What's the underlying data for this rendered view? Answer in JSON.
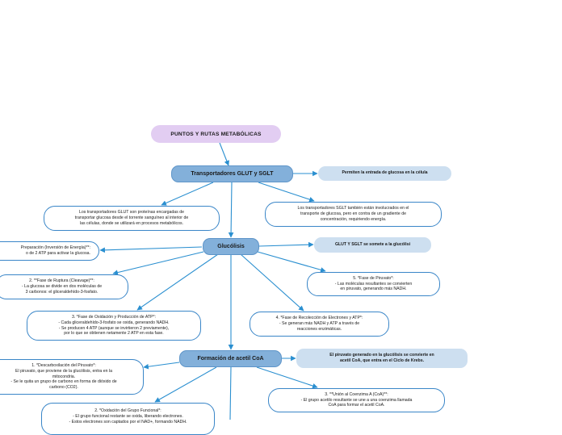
{
  "map": {
    "root": "PUNTOS Y RUTAS METABÓLICAS",
    "transport": {
      "title": "Transportadores GLUT y SGLT",
      "note": "Permiten la entrada de glucosa en la célula",
      "glut": "Los transportadores GLUT son proteínas encargadas de\ntransportar glucosa desde el torrente sanguíneo al interior de\nlas células, donde se utilizará en procesos metabólicos.",
      "sglt": "Los transportadores SGLT también están involucrados en el\ntransporte de glucosa, pero en contra de un gradiente de\nconcentración, requiriendo energía."
    },
    "glycolysis": {
      "title": "Glucólisis",
      "note": "GLUT Y SGLT se somete a la glucólisi",
      "phase1": "Preparación (Inversión de Energía)**:\no de 2 ATP para activar la glucosa.",
      "phase2": "2. **Fase de Ruptura (Cleavage)**:\n- La glucosa se divide en dos moléculas de\n3 carbonos: el gliceraldehído-3-fosfato.",
      "phase3": "3. *Fase de Oxidación y Producción de ATP*:\n- Cada gliceraldehído-3-fosfato se oxida, generando NADH.\n- Se producen 4 ATP (aunque se invirtieron 2 previamente),\npor lo que se obtienen netamente 2 ATP en esta fase.",
      "phase4": "4. *Fase de Recolección de Electrones y ATP*:\n- Se generan más NADH y ATP a través de\nreacciones enzimáticas.",
      "phase5": "5. *Fase de Piruvato*:\n- Las moléculas resultantes se convierten\nen piruvato, generando más NADH."
    },
    "acetyl": {
      "title": "Formación de acetil CoA",
      "note": "El piruvato generado en la glucólisis se convierte en\nacetil CoA, que entra en el Ciclo de Krebs.",
      "step1": "1. *Descarboxilación del Piruvato*:\nEl piruvato, que proviene de la glucólisis, entra en la\nmitocondria.\n- Se le quita un grupo de carbono en forma de dióxido de\ncarbono (CO2).",
      "step2": "2. *Oxidación del Grupo Funcional*:\n- El grupo funcional restante se oxida, liberando electrones.\n- Estos electrones son captados por el NAD+, formando NADH.",
      "step3": "3. **Unión al Coenzima A (CoA)**:\n- El grupo acetilo resultante se une a una coenzima llamada\nCoA para formar el acetil CoA."
    }
  },
  "colors": {
    "root_fill": "#e2cdf2",
    "main_fill": "#83b0da",
    "note_fill": "#cddff0",
    "connector": "#2a8fd0",
    "leaf_border": "#3a86c8"
  }
}
